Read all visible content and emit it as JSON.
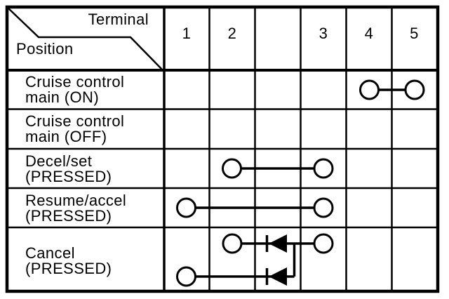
{
  "figure": {
    "type": "terminal-continuity-chart",
    "corner": {
      "terminal": "Terminal",
      "position": "Position"
    },
    "terminals": [
      "1",
      "2",
      "",
      "3",
      "4",
      "5"
    ],
    "rows": [
      {
        "line1": "Cruise control",
        "line2": "main (ON)"
      },
      {
        "line1": "Cruise control",
        "line2": "main (OFF)"
      },
      {
        "line1": "Decel/set",
        "line2": "(PRESSED)"
      },
      {
        "line1": "Resume/accel",
        "line2": "(PRESSED)"
      },
      {
        "line1": "Cancel",
        "line2": "(PRESSED)"
      }
    ],
    "connections": [
      {
        "position": "Cruise control main (ON)",
        "continuity_between_terminals": [
          "4",
          "5"
        ],
        "diodes": 0
      },
      {
        "position": "Cruise control main (OFF)",
        "continuity_between_terminals": [],
        "diodes": 0
      },
      {
        "position": "Decel/set (PRESSED)",
        "continuity_between_terminals": [
          "2",
          "3"
        ],
        "diodes": 0
      },
      {
        "position": "Resume/accel (PRESSED)",
        "continuity_between_terminals": [
          "1",
          "3"
        ],
        "diodes": 0
      },
      {
        "position": "Cancel (PRESSED)",
        "continuity_between_terminals": [
          "1",
          "2",
          "3"
        ],
        "diodes": 2,
        "detail": "Terminal 3 branches through two left-pointing diodes, one to terminal 2 and one to terminal 1"
      }
    ],
    "icons": {
      "contact": "open-circle",
      "continuity": "horizontal-line",
      "diode": "filled-triangle-pointing-left-with-cathode-bar"
    },
    "colors": {
      "ink": "#000000",
      "paper": "#ffffff"
    }
  }
}
